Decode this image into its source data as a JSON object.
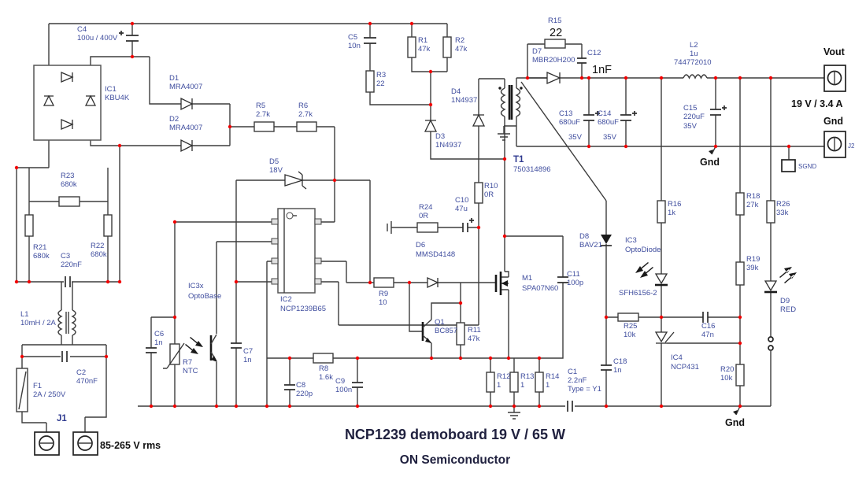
{
  "title": "NCP1239 demoboard 19 V / 65 W",
  "subtitle": "ON Semiconductor",
  "colors": {
    "wire": "#3d3d3d",
    "label_blue": "#3f4d9e",
    "junction_red": "#f10000",
    "text_black": "#111111"
  },
  "ports": {
    "vout": "Vout",
    "output_rating": "19 V / 3.4 A",
    "gnd": "Gnd",
    "input_rating": "85-265 V rms",
    "j1": "J1",
    "j2": "J2",
    "sgnd": "SGND"
  },
  "components": {
    "C4": {
      "ref": "C4",
      "value": "100u / 400V"
    },
    "IC1": {
      "ref": "IC1",
      "value": "KBU4K"
    },
    "D1": {
      "ref": "D1",
      "value": "MRA4007"
    },
    "D2": {
      "ref": "D2",
      "value": "MRA4007"
    },
    "R23": {
      "ref": "R23",
      "value": "680k"
    },
    "R21": {
      "ref": "R21",
      "value": "680k"
    },
    "R22": {
      "ref": "R22",
      "value": "680k"
    },
    "C3": {
      "ref": "C3",
      "value": "220nF"
    },
    "L1": {
      "ref": "L1",
      "value": "10mH / 2A"
    },
    "C2": {
      "ref": "C2",
      "value": "470nF"
    },
    "F1": {
      "ref": "F1",
      "value": "2A / 250V"
    },
    "R5": {
      "ref": "R5",
      "value": "2.7k"
    },
    "R6": {
      "ref": "R6",
      "value": "2.7k"
    },
    "D5": {
      "ref": "D5",
      "value": "18V"
    },
    "C5": {
      "ref": "C5",
      "value": "10n"
    },
    "R3": {
      "ref": "R3",
      "value": "22"
    },
    "R1": {
      "ref": "R1",
      "value": "47k"
    },
    "R2": {
      "ref": "R2",
      "value": "47k"
    },
    "D4": {
      "ref": "D4",
      "value": "1N4937"
    },
    "D3": {
      "ref": "D3",
      "value": "1N4937"
    },
    "T1": {
      "ref": "T1",
      "value": "750314896"
    },
    "R24": {
      "ref": "R24",
      "value": "0R"
    },
    "C10": {
      "ref": "C10",
      "value": "47u"
    },
    "R10": {
      "ref": "R10",
      "value": "0R"
    },
    "D6": {
      "ref": "D6",
      "value": "MMSD4148"
    },
    "IC3x": {
      "ref": "IC3x",
      "value": "OptoBase"
    },
    "C6": {
      "ref": "C6",
      "value": "1n"
    },
    "R7": {
      "ref": "R7",
      "value": "NTC"
    },
    "C7": {
      "ref": "C7",
      "value": "1n"
    },
    "IC2": {
      "ref": "IC2",
      "value": "NCP1239B65"
    },
    "R9": {
      "ref": "R9",
      "value": "10"
    },
    "Q1": {
      "ref": "Q1",
      "value": "BC857"
    },
    "R11": {
      "ref": "R11",
      "value": "47k"
    },
    "R8": {
      "ref": "R8",
      "value": "1.6k"
    },
    "C8": {
      "ref": "C8",
      "value": "220p"
    },
    "C9": {
      "ref": "C9",
      "value": "100n"
    },
    "M1": {
      "ref": "M1",
      "value": "SPA07N60"
    },
    "C11": {
      "ref": "C11",
      "value": "100p"
    },
    "R12": {
      "ref": "R12",
      "value": "1"
    },
    "R13": {
      "ref": "R13",
      "value": "1"
    },
    "R14": {
      "ref": "R14",
      "value": "1"
    },
    "C1": {
      "ref": "C1",
      "value": "2.2nF",
      "value2": "Type = Y1"
    },
    "C18": {
      "ref": "C18",
      "value": "1n"
    },
    "R15": {
      "ref": "R15",
      "value": "22"
    },
    "D7": {
      "ref": "D7",
      "value": "MBR20H200"
    },
    "C12": {
      "ref": "C12",
      "value": "1nF"
    },
    "L2": {
      "ref": "L2",
      "value": "1u",
      "value2": "744772010"
    },
    "C13": {
      "ref": "C13",
      "value": "680uF",
      "value2": "35V"
    },
    "C14": {
      "ref": "C14",
      "value": "680uF",
      "value2": "35V"
    },
    "C15": {
      "ref": "C15",
      "value": "220uF",
      "value2": "35V"
    },
    "D8": {
      "ref": "D8",
      "value": "BAV21"
    },
    "IC3": {
      "ref": "IC3",
      "value": "OptoDiode",
      "value2": "SFH6156-2"
    },
    "R16": {
      "ref": "R16",
      "value": "1k"
    },
    "R18": {
      "ref": "R18",
      "value": "27k"
    },
    "R26": {
      "ref": "R26",
      "value": "33k"
    },
    "R19": {
      "ref": "R19",
      "value": "39k"
    },
    "D9": {
      "ref": "D9",
      "value": "RED"
    },
    "R25": {
      "ref": "R25",
      "value": "10k"
    },
    "C16": {
      "ref": "C16",
      "value": "47n"
    },
    "IC4": {
      "ref": "IC4",
      "value": "NCP431"
    },
    "R20": {
      "ref": "R20",
      "value": "10k"
    }
  }
}
